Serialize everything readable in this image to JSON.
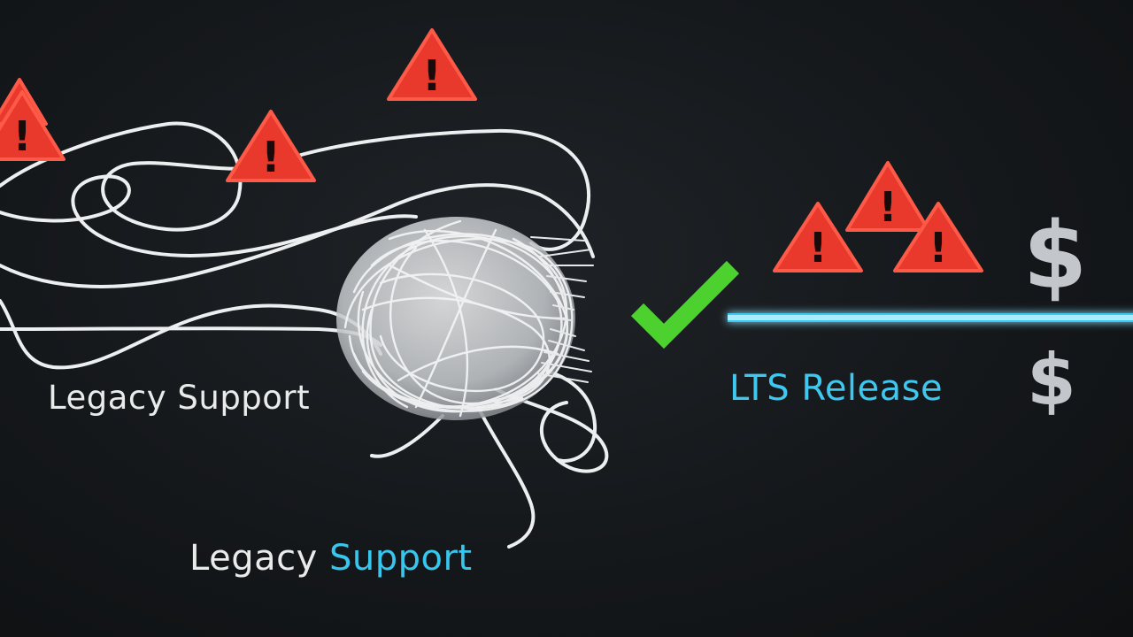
{
  "labels": {
    "legacy_support_upper": "Legacy Support",
    "legacy_lower_part1": "Legacy ",
    "legacy_lower_part2": "Support",
    "lts_release": "LTS Release"
  },
  "cost_symbols": {
    "large": "$",
    "small": "$"
  },
  "warning_symbol": "!",
  "icons": {
    "warning": "warning-triangle-icon",
    "checkmark": "checkmark-icon",
    "dollar": "dollar-sign-icon"
  },
  "colors": {
    "background": "#15181b",
    "warning_fill": "#e8392c",
    "warning_stroke": "#ff5a48",
    "wire": "#eceeef",
    "check_green": "#4cd12e",
    "lts_blue": "#3ec8f0",
    "dollar_gray": "#c3c7cc"
  }
}
